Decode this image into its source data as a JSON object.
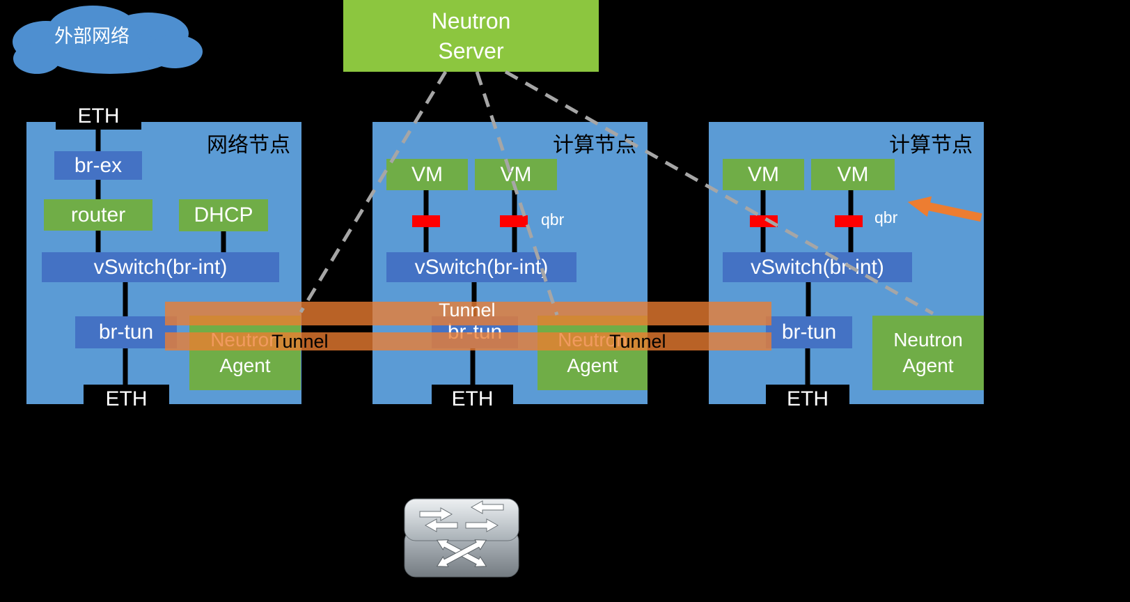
{
  "colors": {
    "background": "#000000",
    "node_blue": "#5B9BD5",
    "box_blue": "#4472C4",
    "box_green": "#70AD47",
    "server_green": "#8CC63F",
    "tunnel_orange": "#ED7D31",
    "qbr_red": "#FF0000",
    "dashed_gray": "#A6A6A6",
    "cloud_blue": "#4E8FD0"
  },
  "cloud": {
    "label": "外部网络"
  },
  "server": {
    "label": "Neutron\nServer"
  },
  "tunnel_labels": {
    "top": "Tunnel",
    "left": "Tunnel",
    "right": "Tunnel"
  },
  "nodes": {
    "network": {
      "title": "网络节点",
      "eth_top": "ETH",
      "br_ex": "br-ex",
      "router": "router",
      "dhcp": "DHCP",
      "vswitch": "vSwitch(br-int)",
      "br_tun": "br-tun",
      "agent": "Neutron\nAgent",
      "eth_bottom": "ETH"
    },
    "compute1": {
      "title": "计算节点",
      "vm1": "VM",
      "vm2": "VM",
      "qbr": "qbr",
      "vswitch": "vSwitch(br-int)",
      "br_tun": "br-tun",
      "agent": "Neutron\nAgent",
      "eth_bottom": "ETH"
    },
    "compute2": {
      "title": "计算节点",
      "vm1": "VM",
      "vm2": "VM",
      "qbr": "qbr",
      "vswitch": "vSwitch(br-int)",
      "br_tun": "br-tun",
      "agent": "Neutron\nAgent",
      "eth_bottom": "ETH"
    }
  }
}
